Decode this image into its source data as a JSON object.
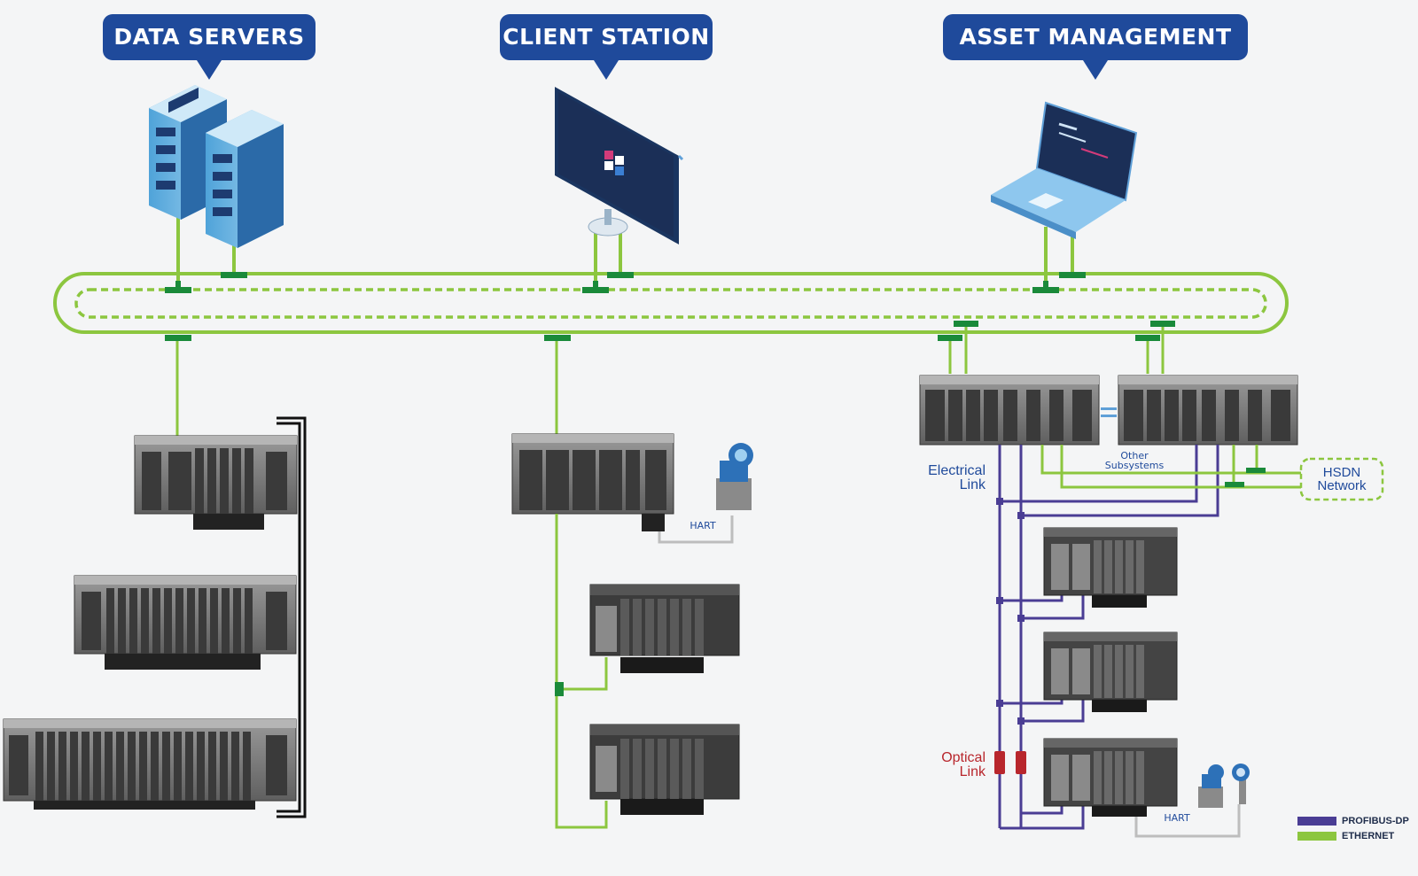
{
  "callouts": {
    "data_servers": "DATA SERVERS",
    "client_station": "CLIENT STATION",
    "asset_management": "ASSET MANAGEMENT"
  },
  "labels": {
    "hart_center": "HART",
    "hart_right": "HART",
    "electrical_link": [
      "Electrical",
      "Link"
    ],
    "optical_link": [
      "Optical",
      "Link"
    ],
    "other_subsystems": [
      "Other",
      "Subsystems"
    ],
    "hsdn_network": [
      "HSDN",
      "Network"
    ]
  },
  "legend": [
    {
      "label": "PROFIBUS-DP",
      "color": "#4a3d94"
    },
    {
      "label": "ETHERNET",
      "color": "#8cc63f"
    }
  ],
  "colors": {
    "ethernet": "#8cc63f",
    "profibus": "#4a3d94",
    "callout": "#1f4a9b",
    "optical": "#b8262c",
    "connector": "#1a8a3a"
  }
}
